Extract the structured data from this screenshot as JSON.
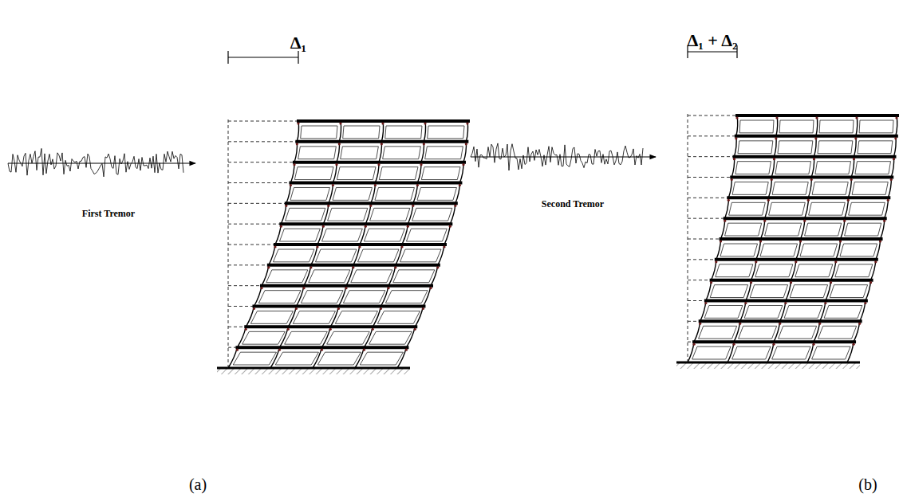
{
  "diagram": {
    "labels": [
      "Δ₁",
      "First Tremor",
      "Δ₁ + Δ₂",
      "Second Tremor",
      "(a)",
      "(b)"
    ]
  }
}
